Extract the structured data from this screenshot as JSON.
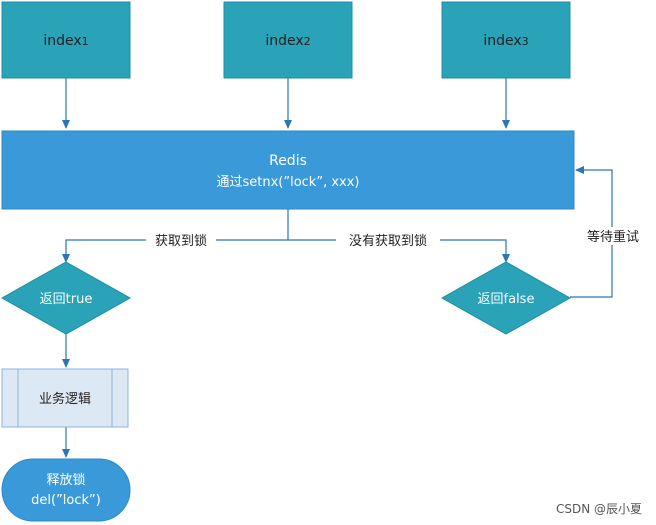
{
  "colors": {
    "index_box": "#2aa2b8",
    "redis_box": "#3a9ad9",
    "diamond": "#2aa2b8",
    "process_fill": "#dde8f5",
    "process_stroke": "#8fb3da",
    "terminal": "#3a9ad9",
    "edge": "#2a76b8"
  },
  "nodes": {
    "index1": {
      "label": "index",
      "sub": "1"
    },
    "index2": {
      "label": "index",
      "sub": "2"
    },
    "index3": {
      "label": "index",
      "sub": "3"
    },
    "redis": {
      "line1": "Redis",
      "line2": "通过setnx(”lock”, xxx)"
    },
    "return_true": {
      "label": "返回true"
    },
    "return_false": {
      "label": "返回false"
    },
    "business_logic": {
      "label": "业务逻辑"
    },
    "release_lock": {
      "line1": "释放锁",
      "line2": "del(”lock”)"
    }
  },
  "edges": {
    "got_lock": "获取到锁",
    "no_lock": "没有获取到锁",
    "wait_retry": "等待重试"
  },
  "watermark": "CSDN @辰小夏"
}
